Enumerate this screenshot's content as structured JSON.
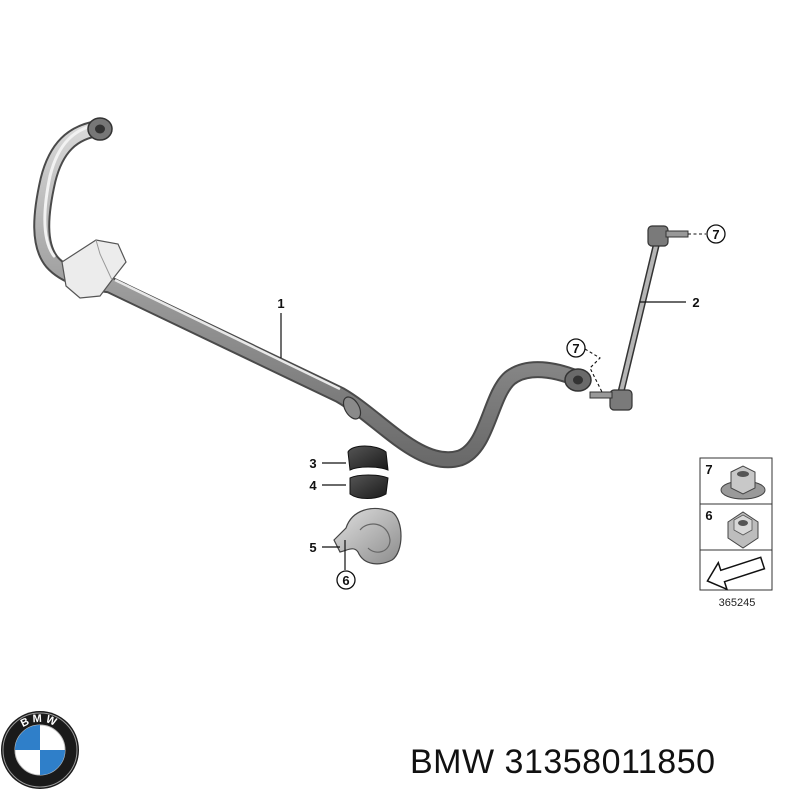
{
  "diagram": {
    "callouts": [
      {
        "id": "1",
        "label": "1"
      },
      {
        "id": "2",
        "label": "2"
      },
      {
        "id": "3",
        "label": "3"
      },
      {
        "id": "4",
        "label": "4"
      },
      {
        "id": "5",
        "label": "5"
      },
      {
        "id": "6",
        "label": "6"
      },
      {
        "id": "7a",
        "label": "7"
      },
      {
        "id": "7b",
        "label": "7"
      }
    ],
    "legend": {
      "items": [
        {
          "label": "7",
          "icon": "flange-nut-icon"
        },
        {
          "label": "6",
          "icon": "hex-nut-icon"
        }
      ],
      "arrow_icon": "direction-arrow-icon",
      "reference_number": "365245"
    }
  },
  "brand": {
    "logo": "bmw-logo",
    "logo_text": "BMW",
    "caption": "BMW 31358011850"
  }
}
